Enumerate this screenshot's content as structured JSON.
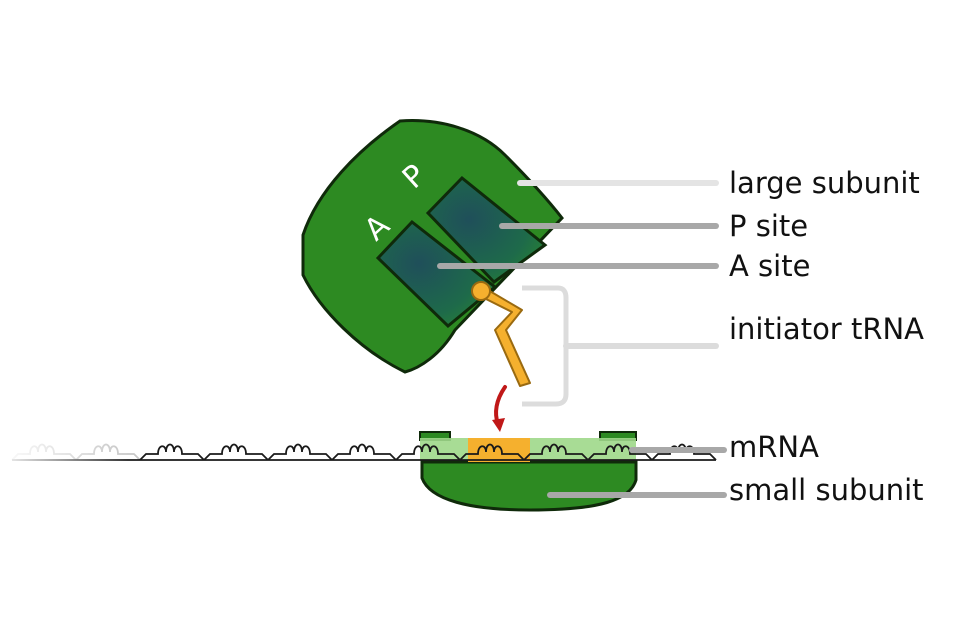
{
  "labels": {
    "large_subunit": "large subunit",
    "p_site": "P site",
    "a_site": "A site",
    "initiator_trna": "initiator tRNA",
    "mrna": "mRNA",
    "small_subunit": "small subunit"
  },
  "site_letters": {
    "a": "A",
    "p": "P"
  },
  "colors": {
    "ribosome_green": "#2d8a22",
    "ribosome_outline": "#0f2a0a",
    "site_teal": "#1e5a55",
    "trna_orange": "#f5b02e",
    "mrna_highlight": "#9ed88a",
    "arrow_red": "#c01818",
    "leader_dark": "#8a8a8a",
    "leader_light": "#dcdcdc"
  }
}
